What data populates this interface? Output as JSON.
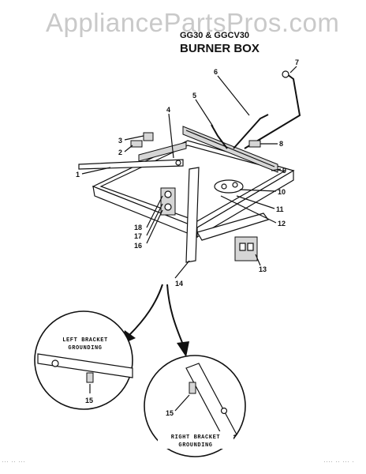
{
  "watermark": "AppliancePartsPros.com",
  "header": {
    "model": "GG30 & GGCV30",
    "title": "BURNER BOX"
  },
  "callouts": [
    "1",
    "2",
    "3",
    "4",
    "5",
    "6",
    "7",
    "8",
    "9",
    "10",
    "11",
    "12",
    "13",
    "14",
    "15",
    "16",
    "17",
    "18"
  ],
  "detail_left": {
    "caption_line1": "LEFT BRACKET",
    "caption_line2": "GROUNDING",
    "part": "15"
  },
  "detail_right": {
    "caption_line1": "RIGHT BRACKET",
    "caption_line2": "GROUNDING",
    "part": "15"
  },
  "footer": {
    "left": "··· ·· ···",
    "right": "···· ·· ··· ·"
  }
}
